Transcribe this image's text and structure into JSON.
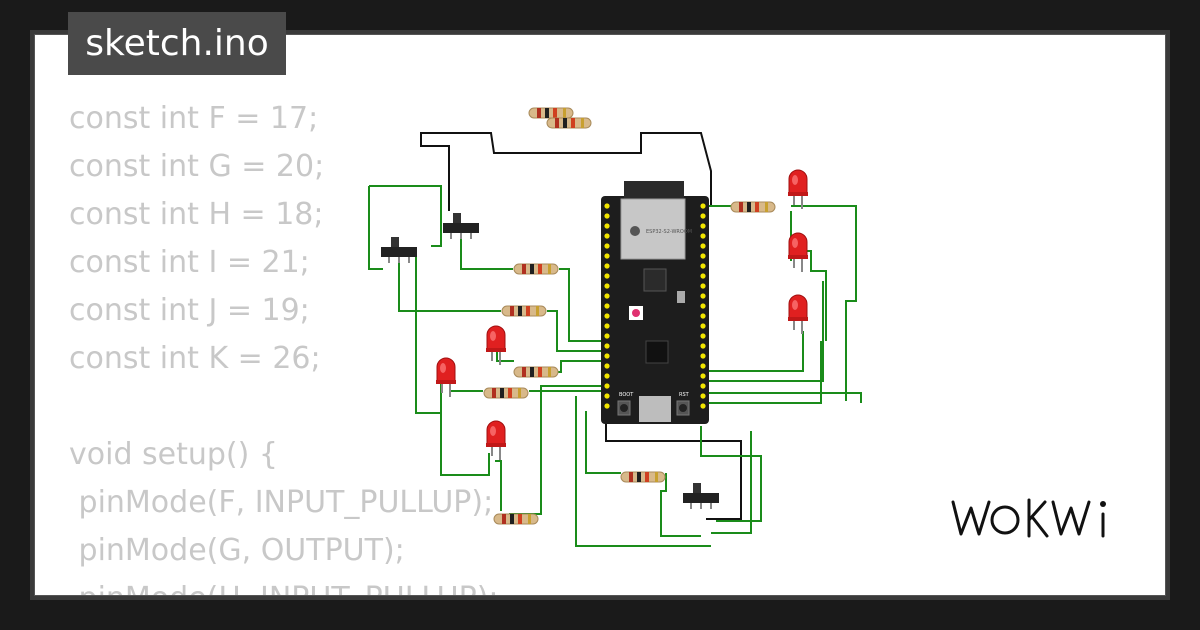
{
  "tab": {
    "filename": "sketch.ino"
  },
  "code": {
    "lines": [
      "const int F = 17;",
      "const int G = 20;",
      "const int H = 18;",
      "const int I = 21;",
      "const int J = 19;",
      "const int K = 26;",
      "",
      "void setup() {",
      " pinMode(F, INPUT_PULLUP);",
      " pinMode(G, OUTPUT);",
      " pinMode(H, INPUT_PULLUP);"
    ]
  },
  "circuit": {
    "board_label": "ESP32-S2-WROOM",
    "boot_label": "BOOT",
    "rst_label": "RST",
    "wire_color": "#1a8c1a",
    "led_color": "#e02020"
  },
  "brand": {
    "logo": "WOKWi"
  }
}
